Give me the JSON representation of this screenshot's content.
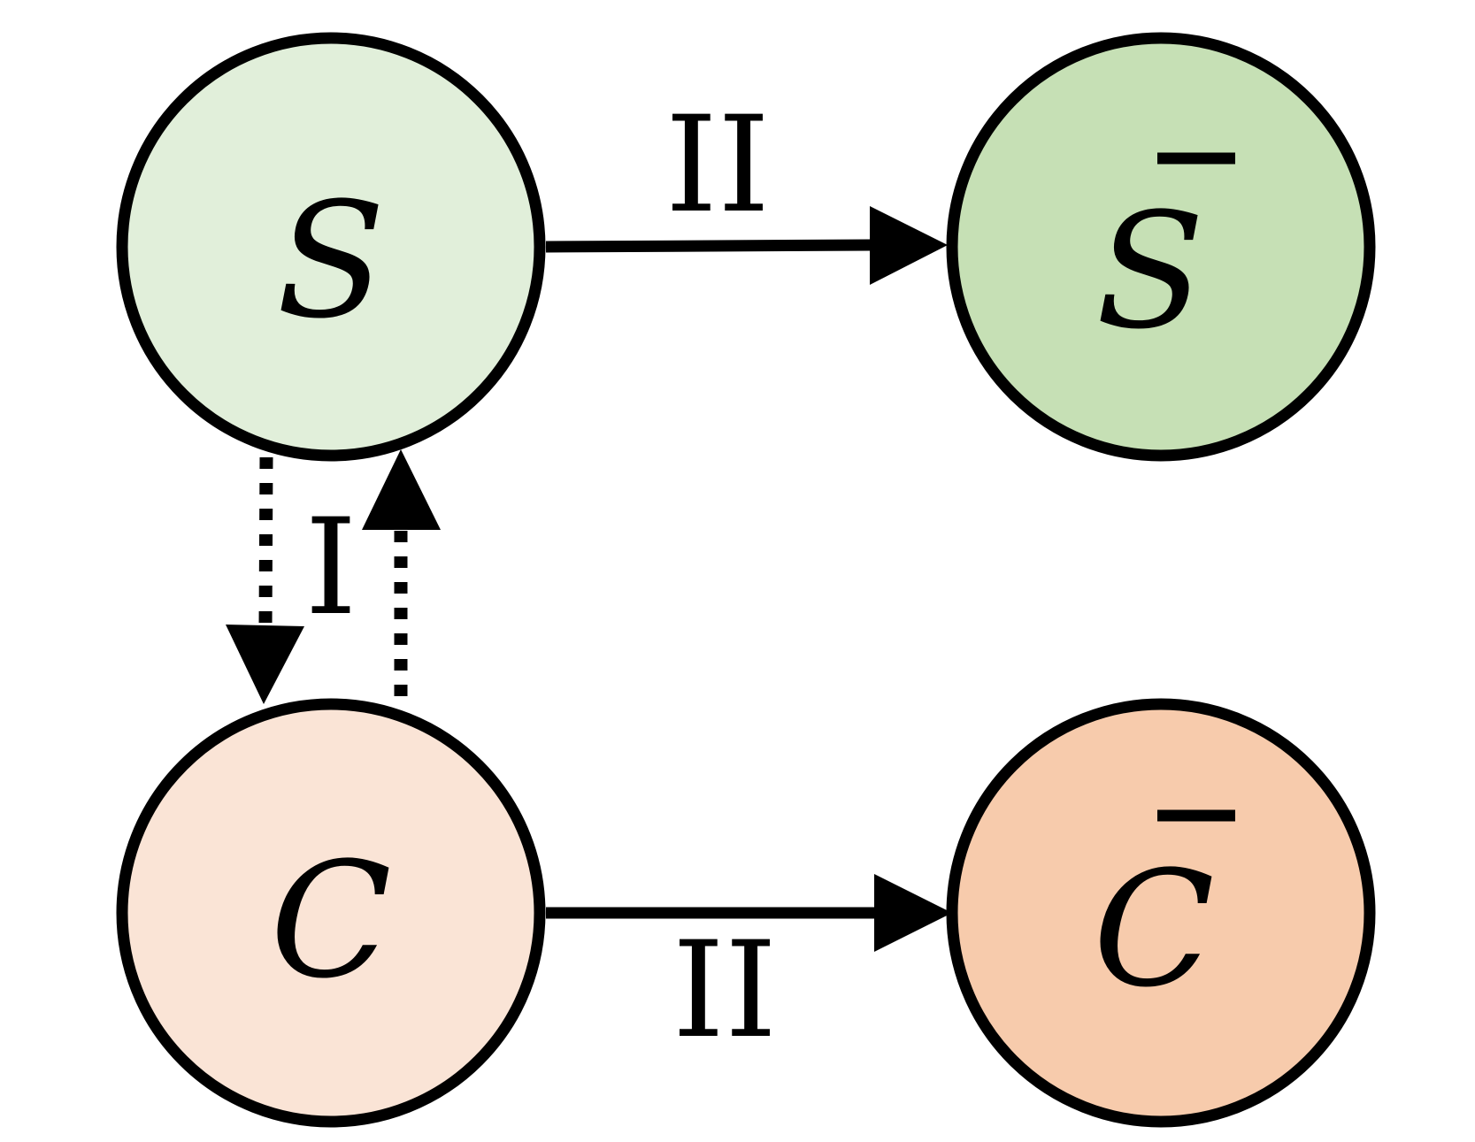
{
  "colors": {
    "S": "#e1efda",
    "S_bar": "#c6e0b5",
    "C": "#fae4d6",
    "C_bar": "#f7cbac",
    "stroke": "#000000"
  },
  "nodes": {
    "S": "S",
    "S_bar": "S",
    "C": "C",
    "C_bar": "C"
  },
  "edges": {
    "S_to_S_bar": "II",
    "C_to_C_bar": "II",
    "S_C_exchange": "I"
  }
}
